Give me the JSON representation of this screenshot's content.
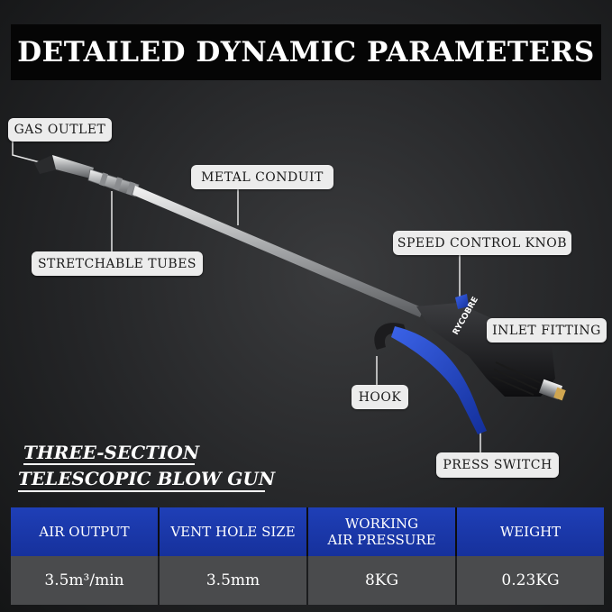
{
  "title": "DETAILED DYNAMIC PARAMETERS",
  "brand": "RYCOBRE",
  "labels": {
    "gas_outlet": "GAS OUTLET",
    "metal_conduit": "METAL CONDUIT",
    "stretchable_tubes": "STRETCHABLE TUBES",
    "speed_control_knob": "SPEED CONTROL KNOB",
    "inlet_fitting": "INLET FITTING",
    "hook": "HOOK",
    "press_switch": "PRESS SWITCH"
  },
  "heading": {
    "line1": "THREE-SECTION",
    "line2": "TELESCOPIC BLOW GUN"
  },
  "specs": {
    "headers": [
      "AIR OUTPUT",
      "VENT HOLE SIZE",
      "WORKING AIR PRESSURE",
      "WEIGHT"
    ],
    "header_lines": [
      [
        "AIR OUTPUT"
      ],
      [
        "VENT HOLE SIZE"
      ],
      [
        "WORKING",
        "AIR PRESSURE"
      ],
      [
        "WEIGHT"
      ]
    ],
    "values": [
      "3.5m³/min",
      "3.5mm",
      "8KG",
      "0.23KG"
    ]
  },
  "colors": {
    "accent_blue": "#1f3fb7",
    "label_bg": "#ececec",
    "title_bg": "#050505"
  }
}
